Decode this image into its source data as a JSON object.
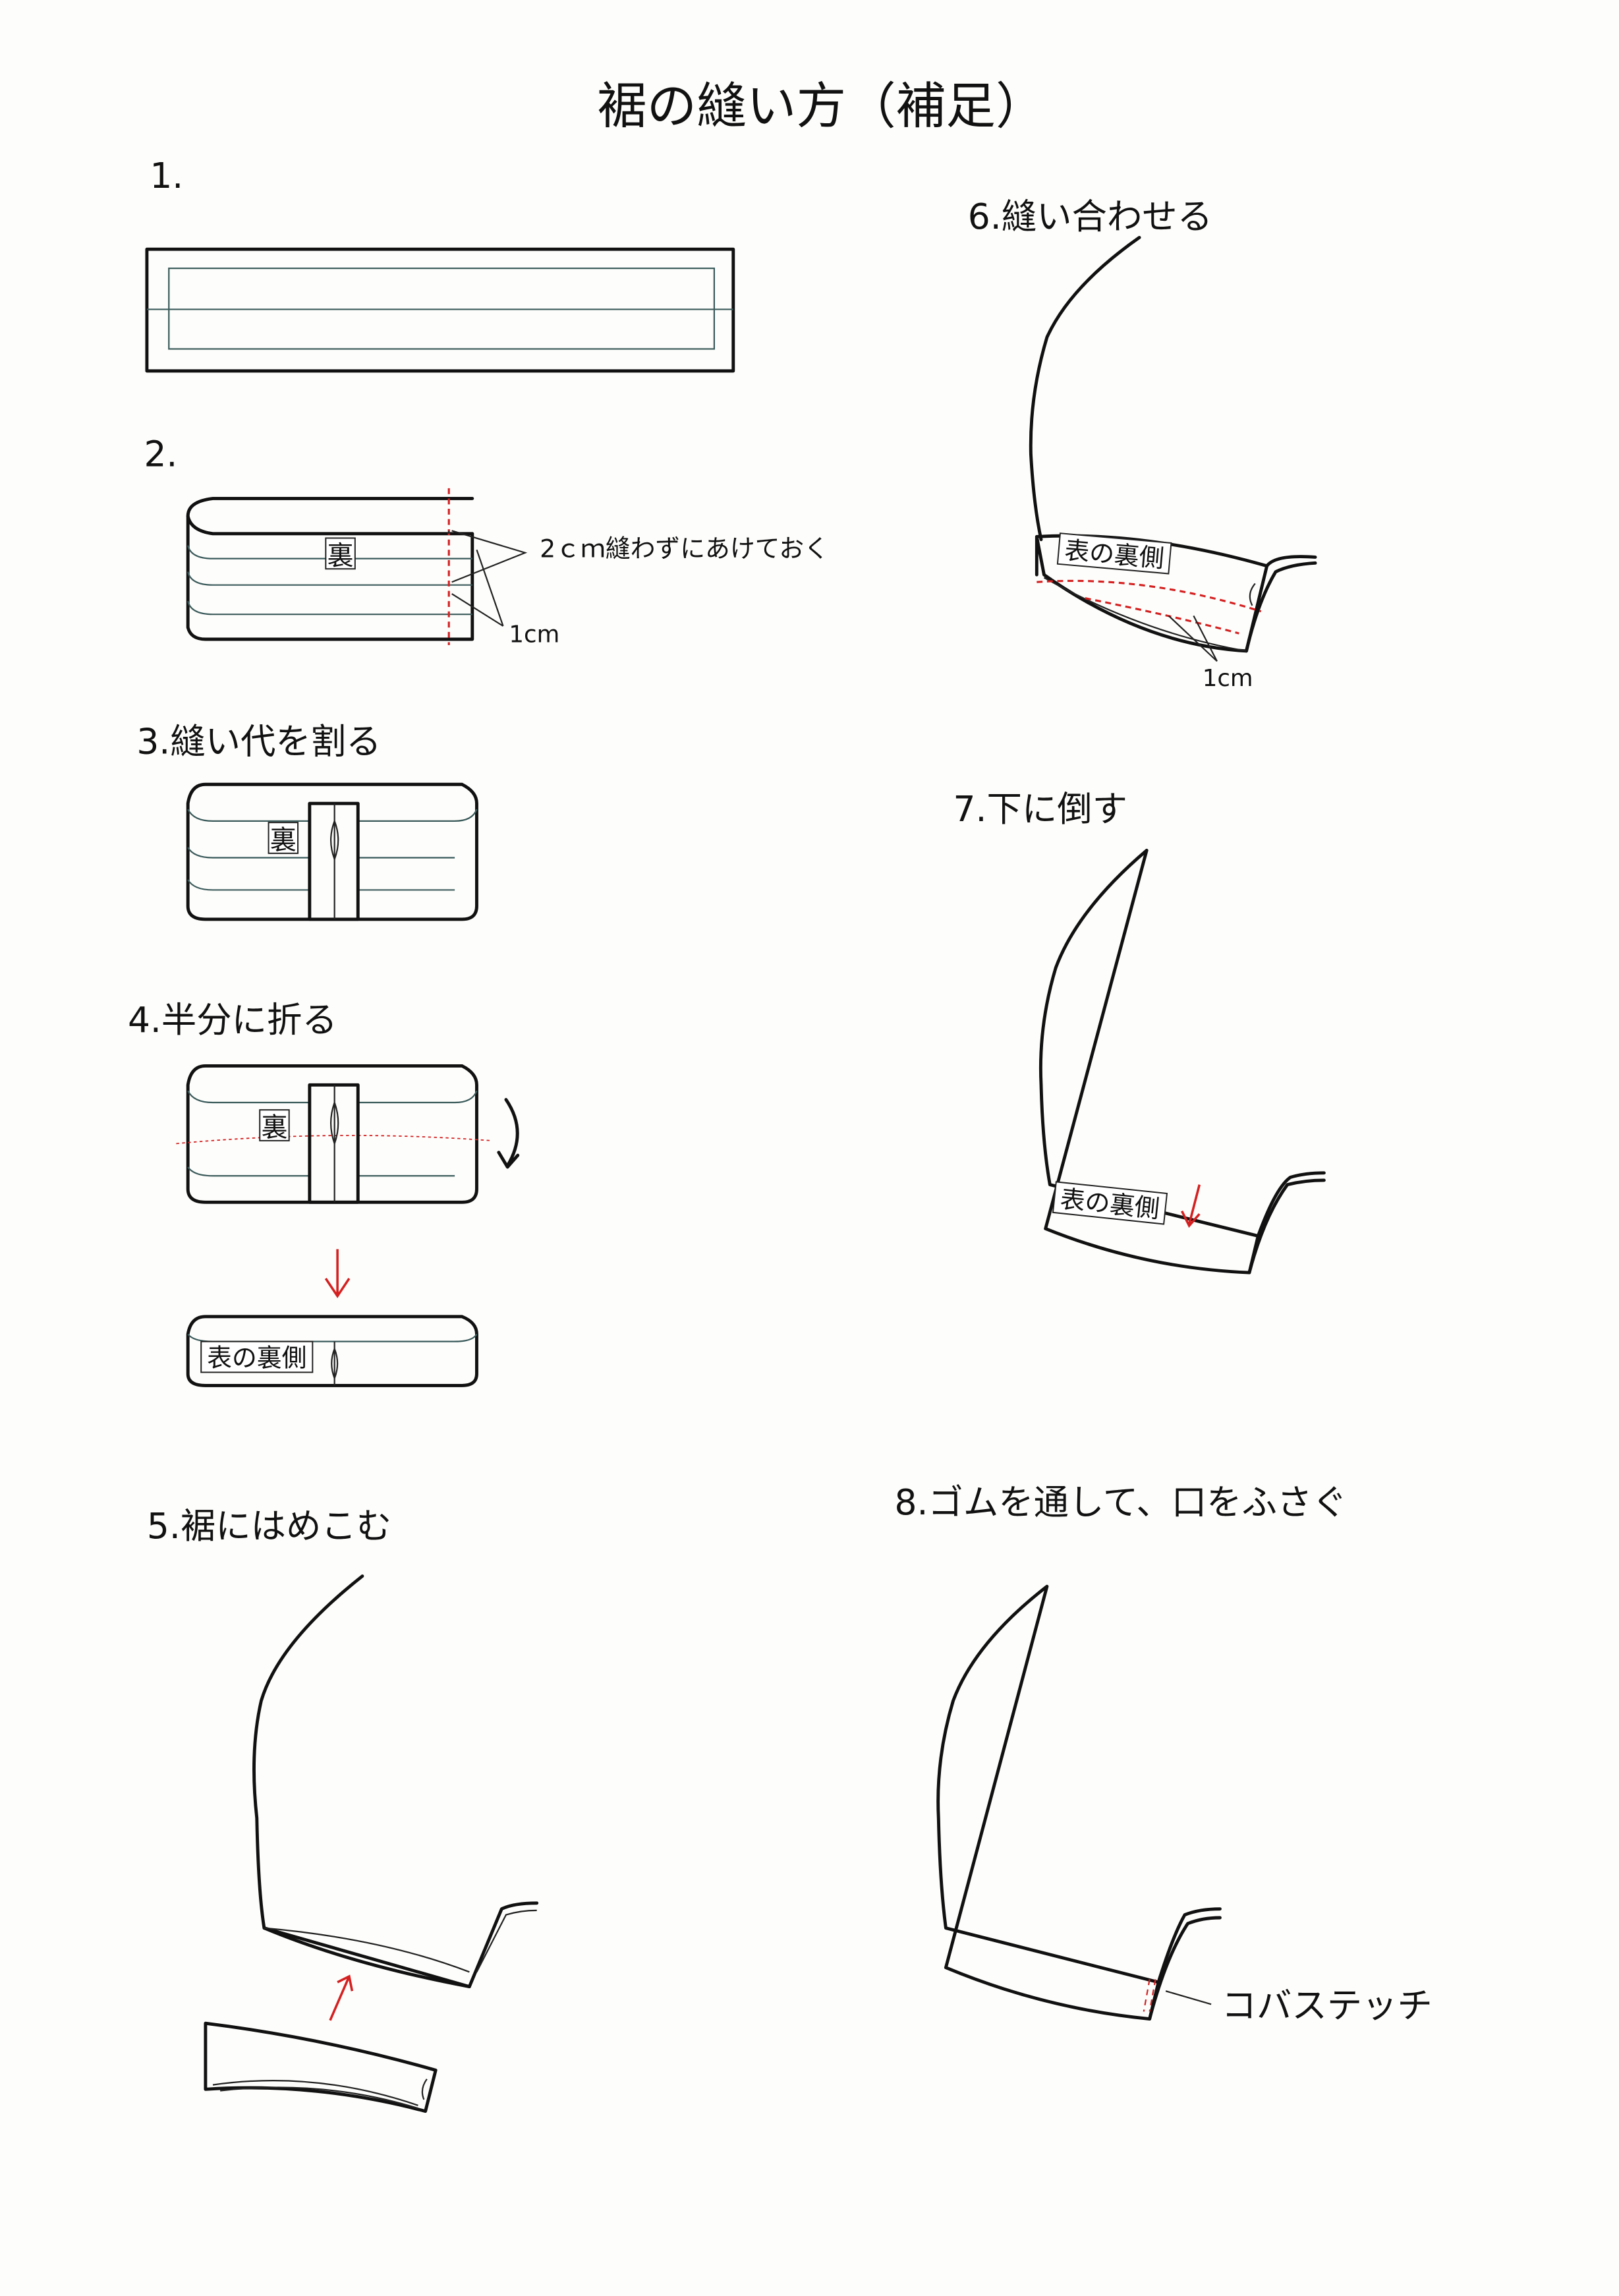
{
  "title": "裾の縫い方（補足）",
  "steps": {
    "s1": "1.",
    "s2": "2.",
    "s3": "3.縫い代を割る",
    "s4": "4.半分に折る",
    "s5": "5.裾にはめこむ",
    "s6": "6.縫い合わせる",
    "s7": "7.下に倒す",
    "s8": "8.ゴムを通して、口をふさぐ"
  },
  "labels": {
    "ura": "裏",
    "omote_no_uragawa": "表の裏側",
    "leave_open": "2ｃｍ縫わずにあけておく",
    "one_cm": "1cm",
    "koba_stitch": "コバステッチ"
  },
  "colors": {
    "stitch": "#d42020",
    "line": "#111111"
  }
}
